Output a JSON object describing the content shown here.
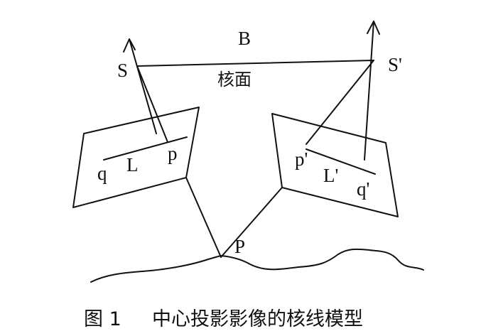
{
  "labels": {
    "baseline": "B",
    "left_center": "S",
    "right_center": "S'",
    "epipolar_plane": "核面",
    "left_point_p": "p",
    "left_point_q": "q",
    "left_line": "L",
    "right_point_p": "p'",
    "right_point_q": "q'",
    "right_line": "L'",
    "ground_point": "P"
  },
  "caption": {
    "number": "图 1",
    "title": "中心投影影像的核线模型"
  }
}
